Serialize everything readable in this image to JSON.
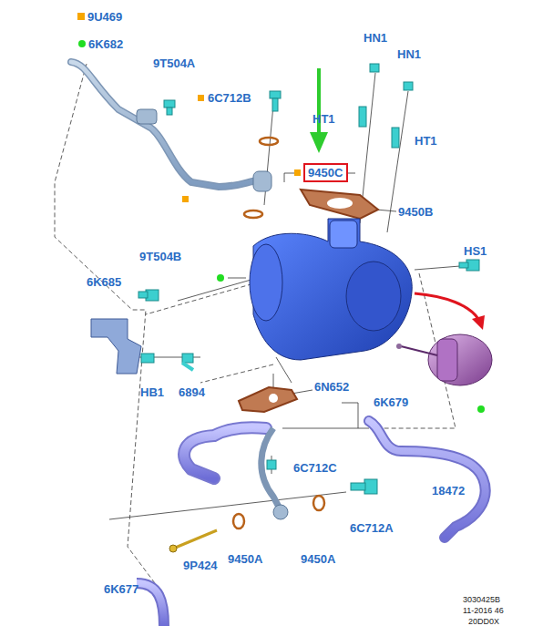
{
  "diagram": {
    "nodes": [
      {
        "text": [
          "9450C"
        ]
      }
    ],
    "labels": [
      "9T504A",
      "6C712B",
      "HN1",
      "HN1",
      "HT1",
      "HT1",
      "9450B",
      "HS1",
      "9T504B",
      "6K685",
      "HB1",
      "6894",
      "6N652",
      "6K679",
      "6C712C",
      "18472",
      "6C712A",
      "9P424",
      "9450A",
      "9450A",
      "6K677",
      "3030425B",
      "11-2016 46",
      "20DD0X"
    ],
    "legend": [
      {
        "text": "9U469",
        "color": "#f7a600"
      },
      {
        "text": "6K682",
        "color": "#22dd22"
      }
    ]
  }
}
